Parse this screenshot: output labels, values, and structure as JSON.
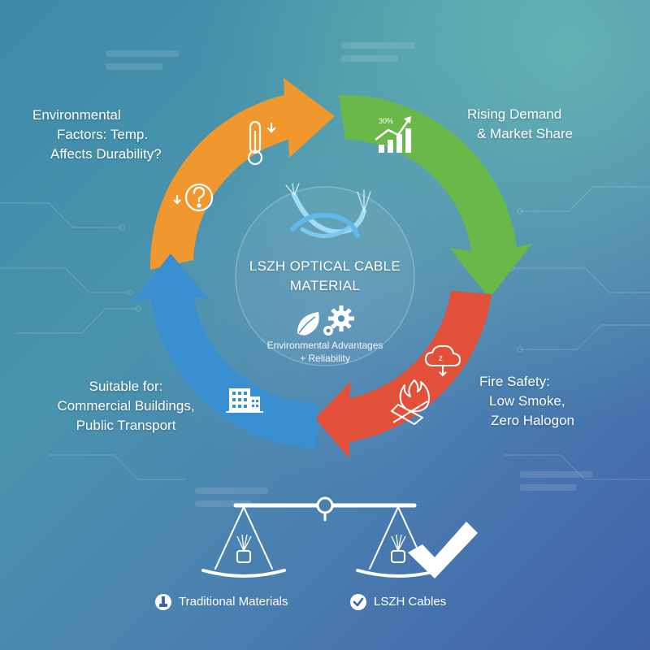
{
  "center": {
    "title_line1": "LSZH OPTICAL CABLE",
    "title_line2": "MATERIAL",
    "subtitle_line1": "Environmental Advantages",
    "subtitle_line2": "+ Reliability"
  },
  "cycle_steps": [
    {
      "id": "environmental",
      "lines": [
        "Environmental",
        "Factors: Temp.",
        "Affects Durability?"
      ],
      "color": "#f0982e"
    },
    {
      "id": "demand",
      "lines": [
        "Rising Demand",
        "& Market Share"
      ],
      "color": "#6ab84a",
      "badge": "30%"
    },
    {
      "id": "fire",
      "lines": [
        "Fire Safety:",
        "Low Smoke,",
        "Zero Halogon"
      ],
      "color": "#e2503a"
    },
    {
      "id": "suitable",
      "lines": [
        "Suitable for:",
        "Commercial Buildings,",
        "Public Transport"
      ],
      "color": "#3a8fd0"
    }
  ],
  "balance": {
    "left_label": "Traditional Materials",
    "right_label": "LSZH Cables"
  },
  "colors": {
    "orange": "#f0982e",
    "green": "#6ab84a",
    "red": "#e2503a",
    "blue": "#3a8fd0",
    "white": "#ffffff"
  },
  "icons": [
    "thermometer-icon",
    "question-icon",
    "bar-chart-icon",
    "fire-icon",
    "cloud-icon",
    "building-icon",
    "leaf-icon",
    "gear-icon",
    "cable-icon",
    "checkmark-icon",
    "scale-icon"
  ]
}
